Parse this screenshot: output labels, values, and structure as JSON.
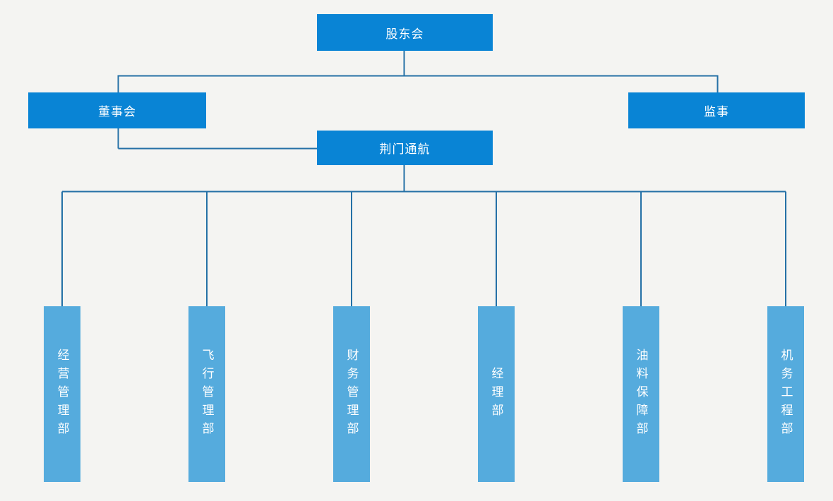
{
  "colors": {
    "background": "#f4f4f2",
    "node_primary": "#0984d5",
    "node_secondary": "#55abdd",
    "connector": "#2470a6",
    "node_text": "#ffffff"
  },
  "org_chart": {
    "root": {
      "label": "股东会"
    },
    "level2": [
      {
        "label": "董事会"
      },
      {
        "label": "监事"
      }
    ],
    "company": {
      "label": "荆门通航"
    },
    "departments": [
      {
        "label": "经营管理部"
      },
      {
        "label": "飞行管理部"
      },
      {
        "label": "财务管理部"
      },
      {
        "label": "经理部"
      },
      {
        "label": "油料保障部"
      },
      {
        "label": "机务工程部"
      }
    ],
    "hierarchy": [
      {
        "parent": "股东会",
        "children": [
          "董事会",
          "监事"
        ]
      },
      {
        "parent": "董事会",
        "children": [
          "荆门通航"
        ]
      },
      {
        "parent": "荆门通航",
        "children": [
          "经营管理部",
          "飞行管理部",
          "财务管理部",
          "经理部",
          "油料保障部",
          "机务工程部"
        ]
      }
    ]
  }
}
